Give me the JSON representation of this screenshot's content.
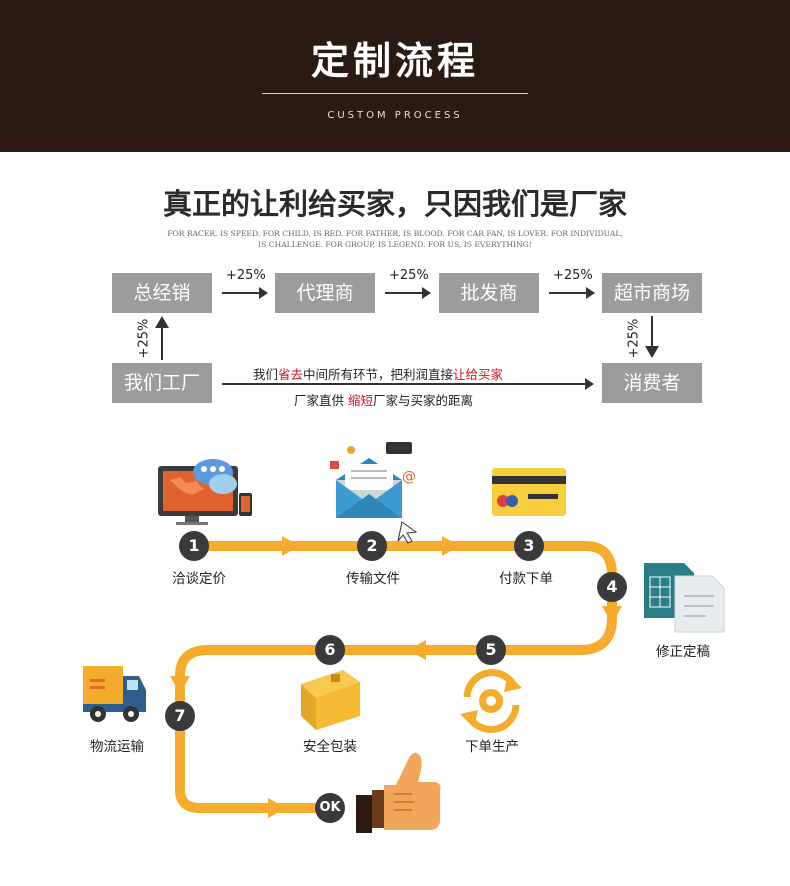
{
  "banner": {
    "title": "定制流程",
    "subtitle": "CUSTOM PROCESS"
  },
  "slogan": {
    "title": "真正的让利给买家，只因我们是厂家",
    "english_line1": "FOR RACER, IS SPEED. FOR CHILD, IS RED. FOR FATHER, IS BLOOD. FOR CAR FAN, IS LOVER. FOR INDIVIDUAL,",
    "english_line2": "IS CHALLENGE. FOR GROUP, IS LEGEND. FOR US, IS EVERYTHING!"
  },
  "chain": {
    "boxes": {
      "distributor": "总经销",
      "agent": "代理商",
      "wholesaler": "批发商",
      "supermarket": "超市商场",
      "factory": "我们工厂",
      "consumer": "消费者"
    },
    "markups": [
      "+25%",
      "+25%",
      "+25%",
      "+25%",
      "+25%"
    ],
    "note1": {
      "p1": "我们",
      "r1": "省去",
      "p2": "中间所有环节，把利润直接",
      "r2": "让给买家"
    },
    "note2": {
      "p1": "厂家直供 ",
      "r1": "缩短",
      "p2": "厂家与买家的距离"
    }
  },
  "process": {
    "steps": [
      {
        "num": "1",
        "label": "洽谈定价"
      },
      {
        "num": "2",
        "label": "传输文件"
      },
      {
        "num": "3",
        "label": "付款下单"
      },
      {
        "num": "4",
        "label": "修正定稿"
      },
      {
        "num": "5",
        "label": "下单生产"
      },
      {
        "num": "6",
        "label": "安全包装"
      },
      {
        "num": "7",
        "label": "物流运输"
      }
    ],
    "ok": "OK",
    "colors": {
      "path": "#f5ac2c",
      "node": "#3a3a3a",
      "boxes": "#9c9c9c",
      "accent_red": "#d2141c"
    }
  }
}
